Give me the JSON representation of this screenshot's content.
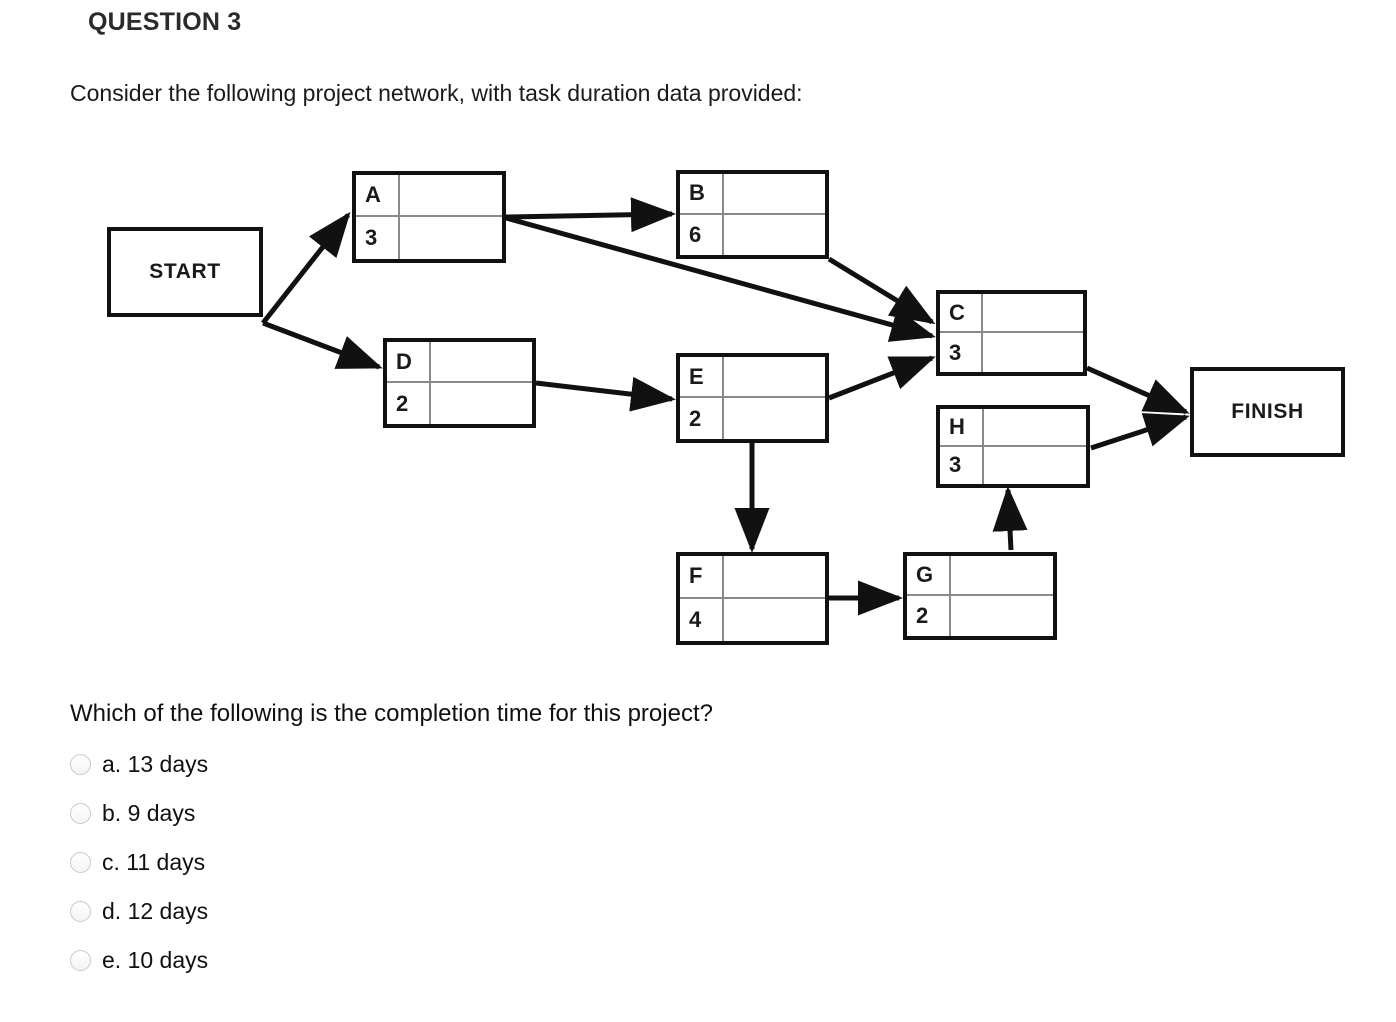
{
  "heading": "QUESTION 3",
  "prompt": "Consider the following project network, with task duration data provided:",
  "diagram": {
    "start_label": "START",
    "finish_label": "FINISH",
    "nodes": [
      {
        "id": "A",
        "label": "A",
        "duration": "3"
      },
      {
        "id": "B",
        "label": "B",
        "duration": "6"
      },
      {
        "id": "C",
        "label": "C",
        "duration": "3"
      },
      {
        "id": "D",
        "label": "D",
        "duration": "2"
      },
      {
        "id": "E",
        "label": "E",
        "duration": "2"
      },
      {
        "id": "F",
        "label": "F",
        "duration": "4"
      },
      {
        "id": "G",
        "label": "G",
        "duration": "2"
      },
      {
        "id": "H",
        "label": "H",
        "duration": "3"
      }
    ],
    "edges": [
      {
        "from": "START",
        "to": "A"
      },
      {
        "from": "START",
        "to": "D"
      },
      {
        "from": "A",
        "to": "B"
      },
      {
        "from": "A",
        "to": "C"
      },
      {
        "from": "B",
        "to": "C"
      },
      {
        "from": "D",
        "to": "E"
      },
      {
        "from": "E",
        "to": "C"
      },
      {
        "from": "E",
        "to": "F"
      },
      {
        "from": "F",
        "to": "G"
      },
      {
        "from": "G",
        "to": "H"
      },
      {
        "from": "C",
        "to": "FINISH"
      },
      {
        "from": "H",
        "to": "FINISH"
      }
    ]
  },
  "answers": {
    "question": "Which of the following is the completion time for this project?",
    "options": [
      {
        "key": "a.",
        "text": "a. 13 days"
      },
      {
        "key": "b.",
        "text": "b. 9 days"
      },
      {
        "key": "c.",
        "text": "c. 11 days"
      },
      {
        "key": "d.",
        "text": "d. 12 days"
      },
      {
        "key": "e.",
        "text": "e. 10 days"
      }
    ]
  }
}
